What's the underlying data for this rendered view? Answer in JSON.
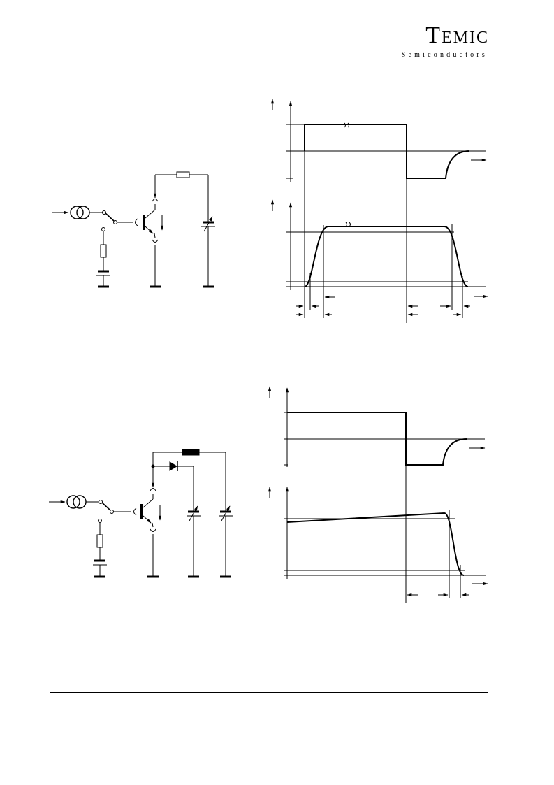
{
  "header": {
    "logo_text": "TEMIC",
    "logo_first": "T",
    "logo_rest": "EMIC",
    "logo_subtitle": "Semiconductors"
  }
}
